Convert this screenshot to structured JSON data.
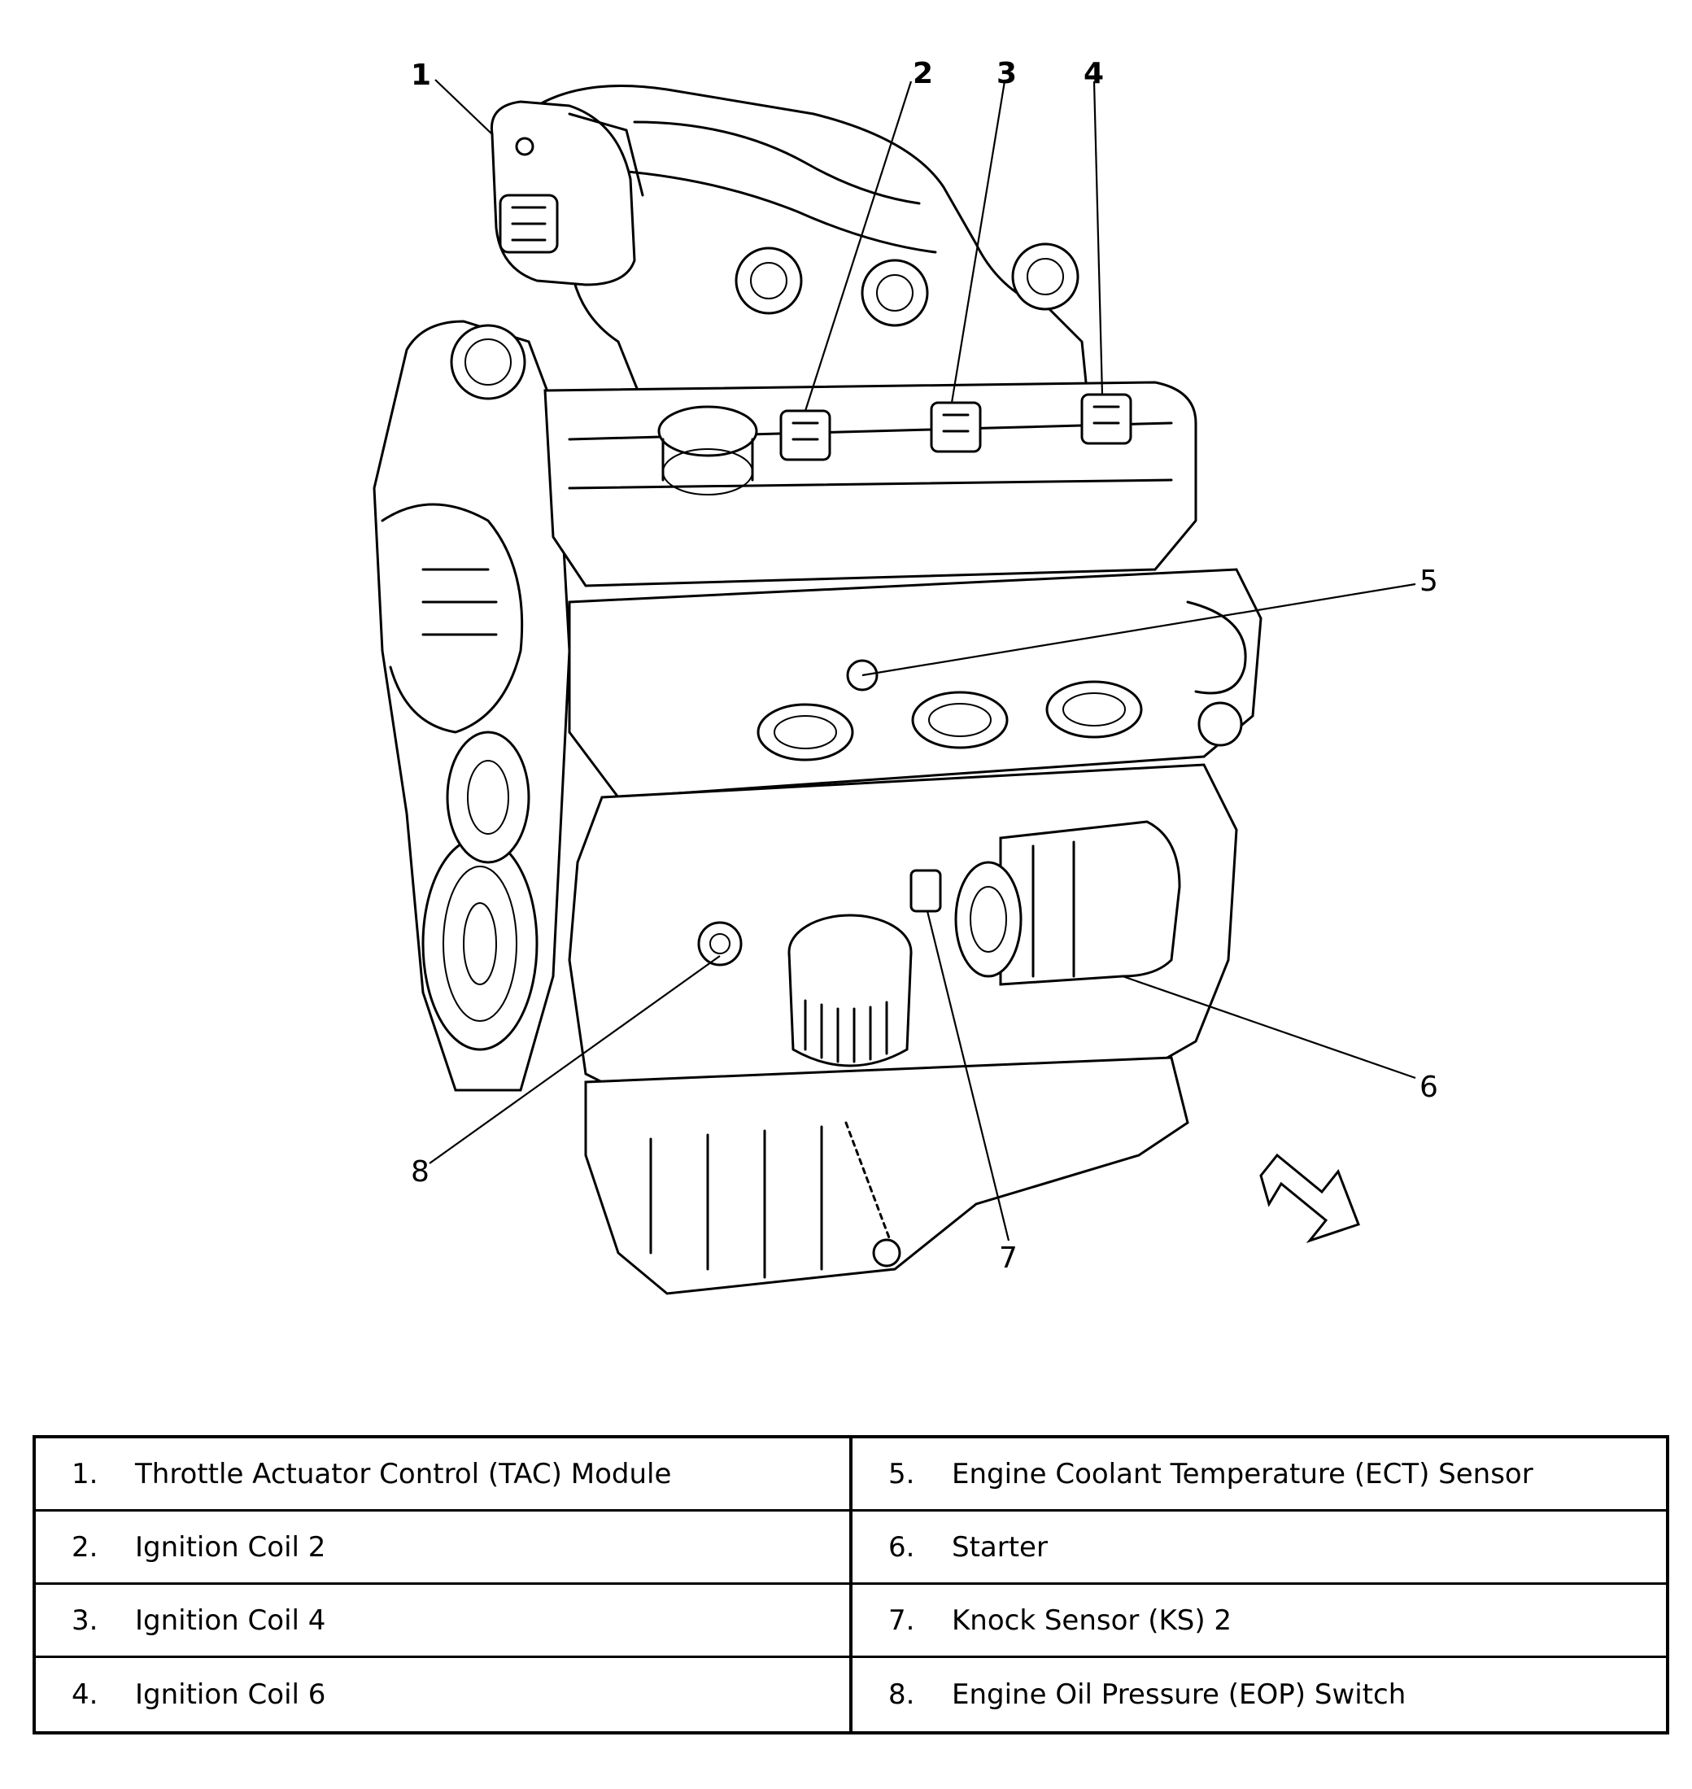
{
  "callouts": [
    "1",
    "2",
    "3",
    "4",
    "5",
    "6",
    "7",
    "8"
  ],
  "legend": {
    "rows": [
      {
        "left": {
          "num": "1.",
          "label": "Throttle Actuator Control (TAC) Module"
        },
        "right": {
          "num": "5.",
          "label": "Engine Coolant Temperature (ECT) Sensor"
        }
      },
      {
        "left": {
          "num": "2.",
          "label": "Ignition Coil 2"
        },
        "right": {
          "num": "6.",
          "label": "Starter"
        }
      },
      {
        "left": {
          "num": "3.",
          "label": "Ignition Coil 4"
        },
        "right": {
          "num": "7.",
          "label": "Knock Sensor (KS) 2"
        }
      },
      {
        "left": {
          "num": "4.",
          "label": "Ignition Coil 6"
        },
        "right": {
          "num": "8.",
          "label": "Engine Oil Pressure (EOP) Switch"
        }
      }
    ]
  },
  "icons": {
    "direction_arrow": "front-direction-arrow-icon"
  }
}
